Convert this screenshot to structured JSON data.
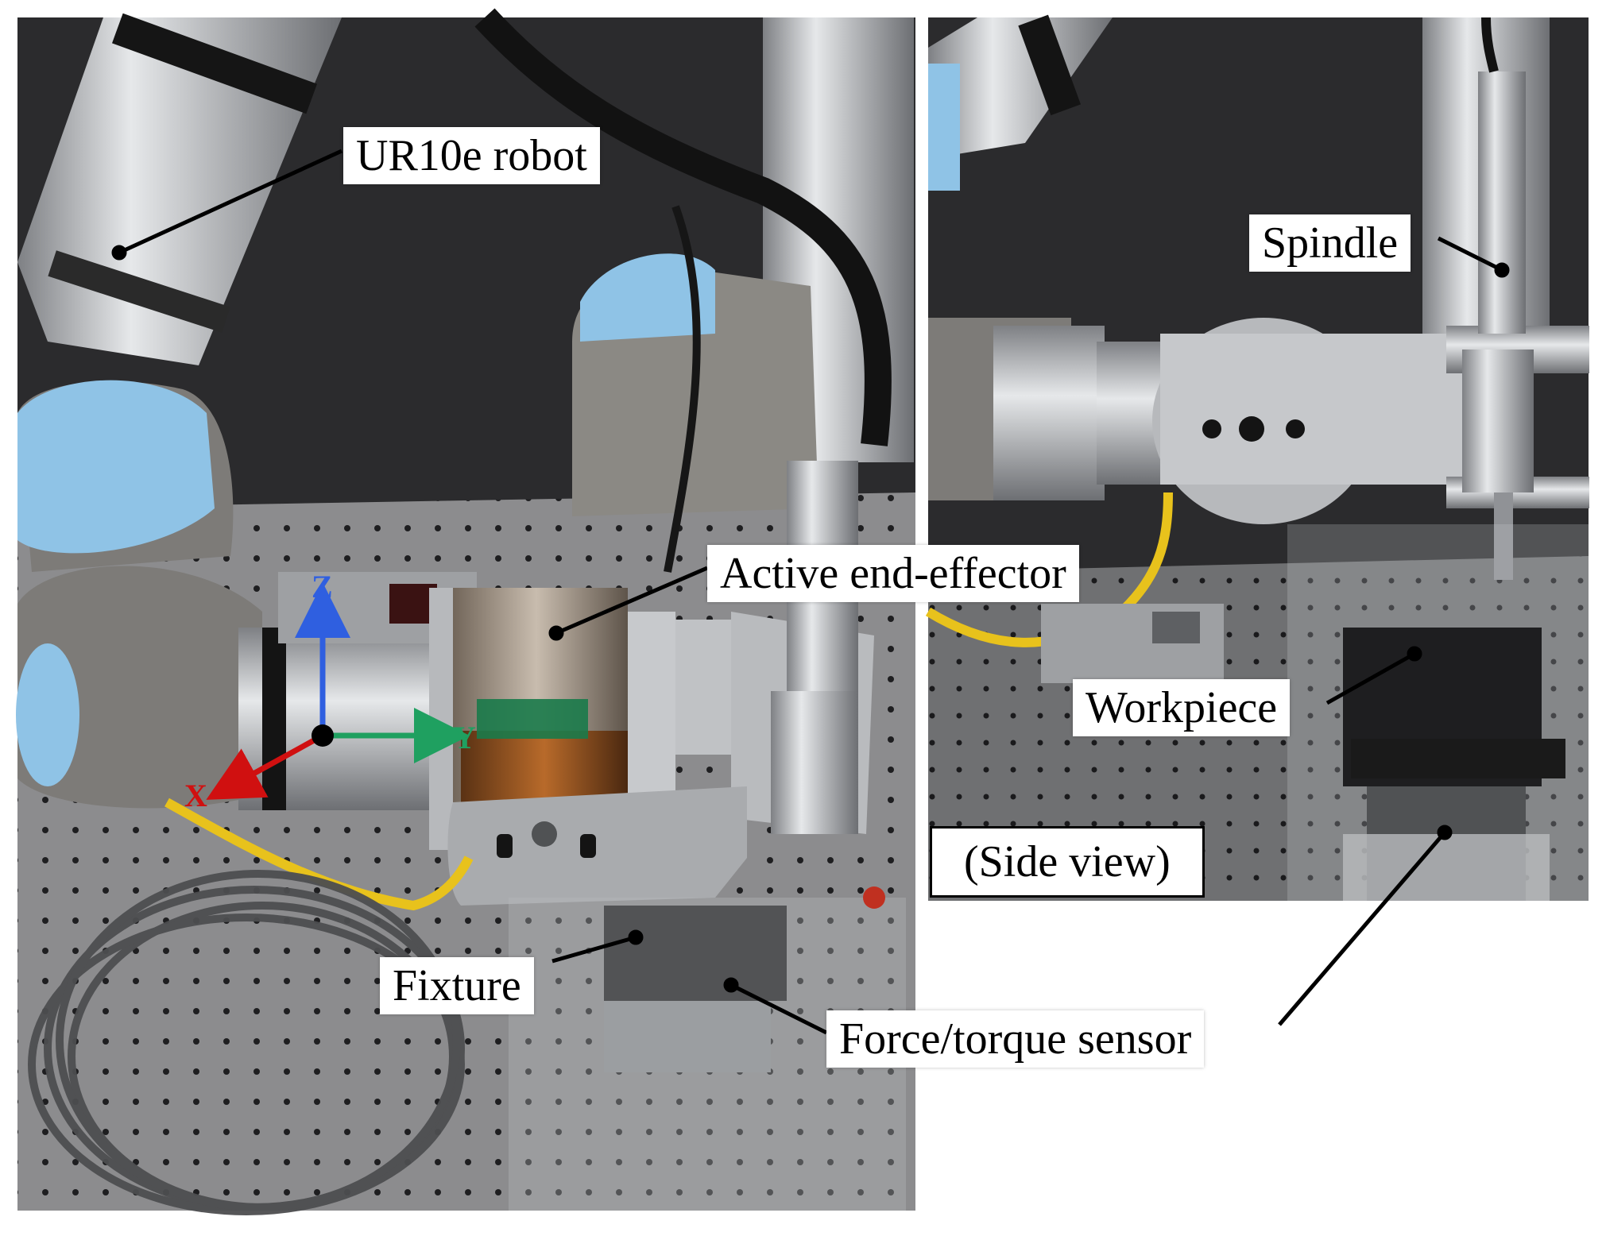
{
  "labels": {
    "robot": "UR10e robot",
    "end_effector": "Active end-effector",
    "fixture": "Fixture",
    "ft_sensor": "Force/torque sensor",
    "spindle": "Spindle",
    "workpiece": "Workpiece",
    "side_view": "(Side view)"
  },
  "axes": {
    "x": "X",
    "y": "Y",
    "z": "Z",
    "x_color": "#d01010",
    "y_color": "#1fa060",
    "z_color": "#2f5fe0"
  },
  "colors": {
    "robot_cap": "#8fc3e6",
    "robot_body": "#7d7b78",
    "aluminum": "#c9cbce",
    "backdrop": "#2b2b2d",
    "table": "#8a8a8c",
    "cable_yellow": "#e8c21c"
  }
}
